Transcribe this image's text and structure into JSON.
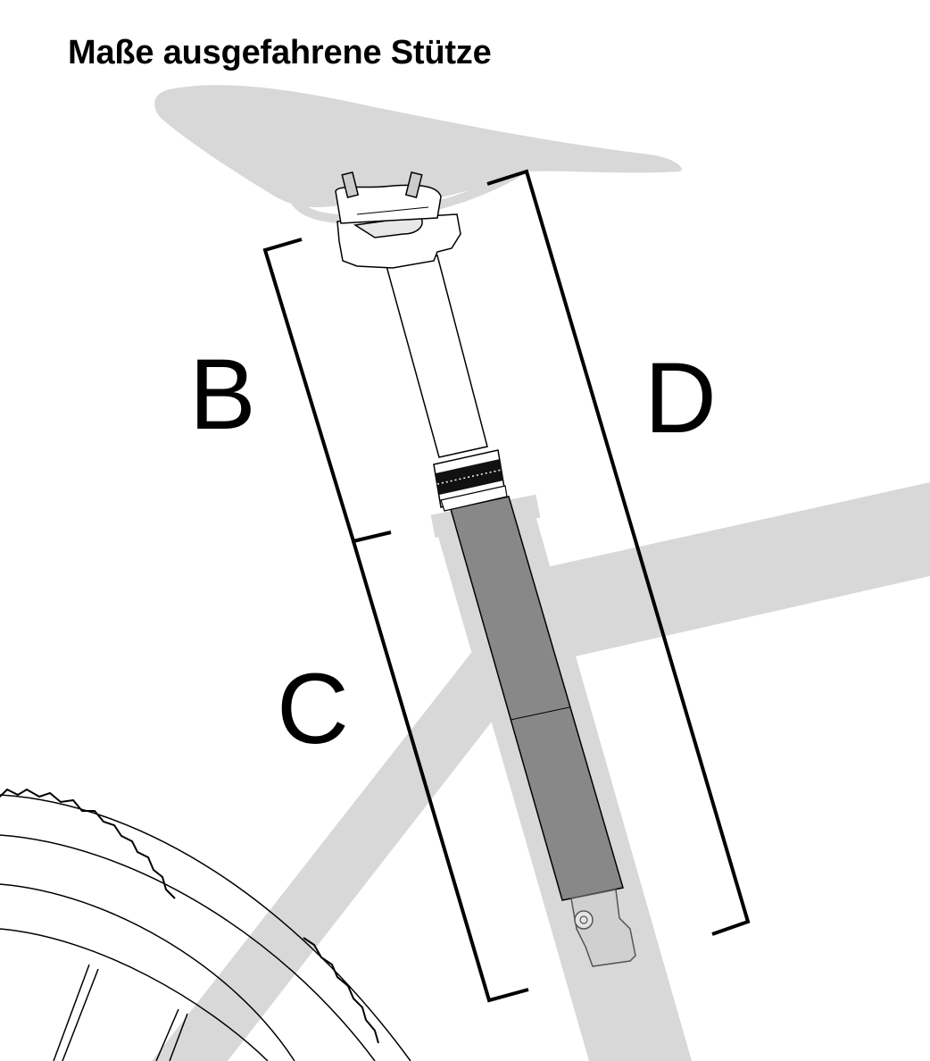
{
  "title": "Maße ausgefahrene Stütze",
  "labels": {
    "b": "B",
    "c": "C",
    "d": "D"
  },
  "colors": {
    "frame": "#d8d8d8",
    "lower_tube": "#888888",
    "line": "#000000",
    "background": "#ffffff"
  }
}
